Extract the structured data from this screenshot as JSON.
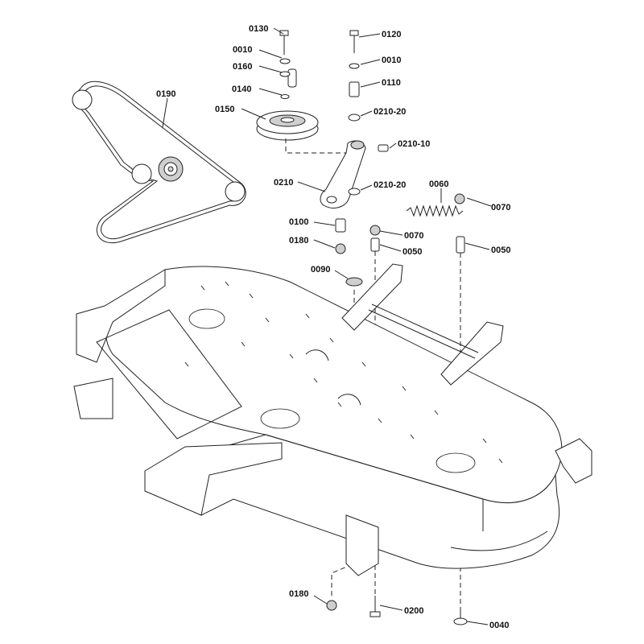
{
  "labels": [
    {
      "id": "0130",
      "text": "0130"
    },
    {
      "id": "0010a",
      "text": "0010"
    },
    {
      "id": "0160",
      "text": "0160"
    },
    {
      "id": "0140",
      "text": "0140"
    },
    {
      "id": "0150",
      "text": "0150"
    },
    {
      "id": "0190",
      "text": "0190"
    },
    {
      "id": "0120",
      "text": "0120"
    },
    {
      "id": "0010b",
      "text": "0010"
    },
    {
      "id": "0110",
      "text": "0110"
    },
    {
      "id": "0210-20a",
      "text": "0210-20"
    },
    {
      "id": "0210-10",
      "text": "0210-10"
    },
    {
      "id": "0210",
      "text": "0210"
    },
    {
      "id": "0210-20b",
      "text": "0210-20"
    },
    {
      "id": "0060",
      "text": "0060"
    },
    {
      "id": "0070a",
      "text": "0070"
    },
    {
      "id": "0100",
      "text": "0100"
    },
    {
      "id": "0070b",
      "text": "0070"
    },
    {
      "id": "0180a",
      "text": "0180"
    },
    {
      "id": "0050a",
      "text": "0050"
    },
    {
      "id": "0050b",
      "text": "0050"
    },
    {
      "id": "0090",
      "text": "0090"
    },
    {
      "id": "0180b",
      "text": "0180"
    },
    {
      "id": "0200",
      "text": "0200"
    },
    {
      "id": "0040",
      "text": "0040"
    }
  ]
}
